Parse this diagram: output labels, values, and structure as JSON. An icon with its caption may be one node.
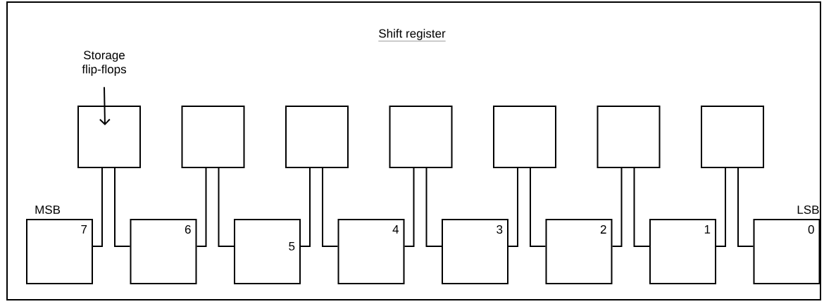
{
  "diagram": {
    "title": "Shift register",
    "nodes": [
      {
        "text": [
          "Storage flip-flops"
        ]
      },
      {
        "text": [],
        "shape": "box"
      },
      {
        "text": [],
        "shape": "box"
      },
      {
        "text": [],
        "shape": "box"
      },
      {
        "text": [],
        "shape": "box"
      },
      {
        "text": [],
        "shape": "box"
      },
      {
        "text": [],
        "shape": "box"
      },
      {
        "text": [],
        "shape": "box"
      },
      {
        "text": [
          "7"
        ],
        "beside": [
          "MSB"
        ]
      },
      {
        "text": [
          "6"
        ]
      },
      {
        "text": [
          "5"
        ]
      },
      {
        "text": [
          "4"
        ]
      },
      {
        "text": [
          "3"
        ]
      },
      {
        "text": [
          "2"
        ]
      },
      {
        "text": [
          "1"
        ]
      },
      {
        "text": [
          "0"
        ],
        "beside": [
          "LSB"
        ]
      }
    ],
    "edges": [
      {
        "from": 0,
        "to": 1,
        "arrow": "to"
      },
      {
        "from": 1,
        "to": 8,
        "arrow": "none"
      },
      {
        "from": 1,
        "to": 9,
        "arrow": "none"
      },
      {
        "from": 2,
        "to": 9,
        "arrow": "none"
      },
      {
        "from": 2,
        "to": 10,
        "arrow": "none"
      },
      {
        "from": 3,
        "to": 10,
        "arrow": "none"
      },
      {
        "from": 3,
        "to": 11,
        "arrow": "none"
      },
      {
        "from": 4,
        "to": 11,
        "arrow": "none"
      },
      {
        "from": 4,
        "to": 12,
        "arrow": "none"
      },
      {
        "from": 5,
        "to": 12,
        "arrow": "none"
      },
      {
        "from": 5,
        "to": 13,
        "arrow": "none"
      },
      {
        "from": 6,
        "to": 13,
        "arrow": "none"
      },
      {
        "from": 6,
        "to": 14,
        "arrow": "none"
      },
      {
        "from": 7,
        "to": 14,
        "arrow": "none"
      },
      {
        "from": 7,
        "to": 15,
        "arrow": "none"
      }
    ]
  }
}
